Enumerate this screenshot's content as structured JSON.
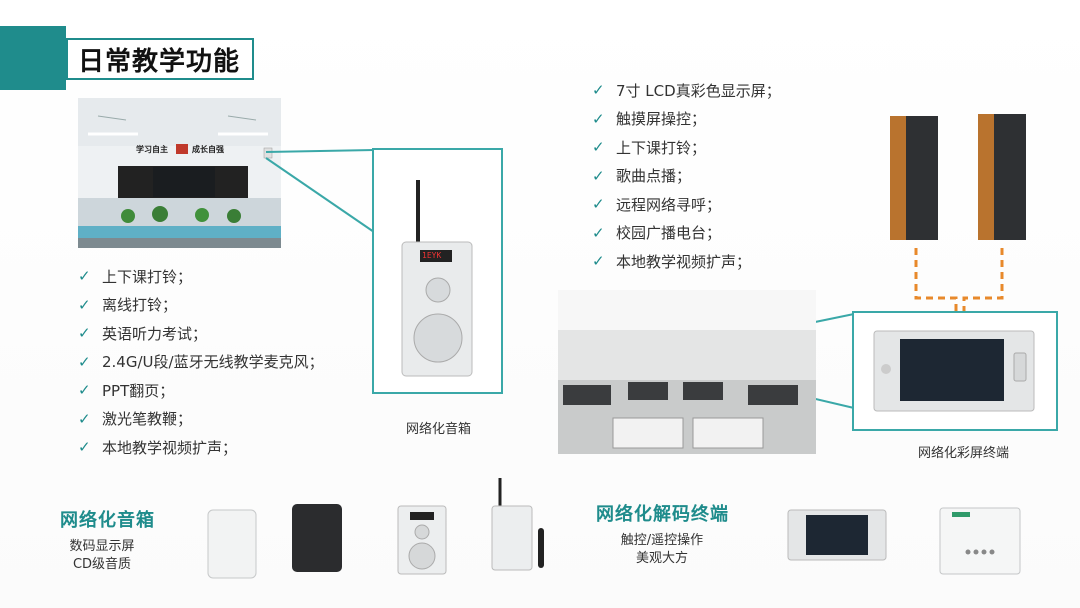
{
  "header": {
    "title": "日常教学功能"
  },
  "left_features": [
    "上下课打铃；",
    "离线打铃；",
    "英语听力考试；",
    "2.4G/U段/蓝牙无线教学麦克风；",
    "PPT翻页；",
    "激光笔教鞭；",
    "本地教学视频扩声；"
  ],
  "right_features": [
    "7寸 LCD真彩色显示屏；",
    "触摸屏操控；",
    "上下课打铃；",
    "歌曲点播；",
    "远程网络寻呼；",
    "校园广播电台；",
    "本地教学视频扩声；"
  ],
  "callouts": {
    "speaker_caption": "网络化音箱",
    "terminal_caption": "网络化彩屏终端"
  },
  "classroom_sign": {
    "left": "学习自主",
    "right": "成长自强"
  },
  "device_screen": {
    "display": "1EYK"
  },
  "products": {
    "speakers": {
      "title": "网络化音箱",
      "desc_line1": "数码显示屏",
      "desc_line2": "CD级音质"
    },
    "terminals": {
      "title": "网络化解码终端",
      "desc_line1": "触控/遥控操作",
      "desc_line2": "美观大方"
    }
  },
  "colors": {
    "accent": "#1f8c8c",
    "callout_line": "#3aa8a8",
    "cable": "#e8892b",
    "check": "#1f8c8c"
  },
  "icons": {
    "check": "check-icon"
  }
}
